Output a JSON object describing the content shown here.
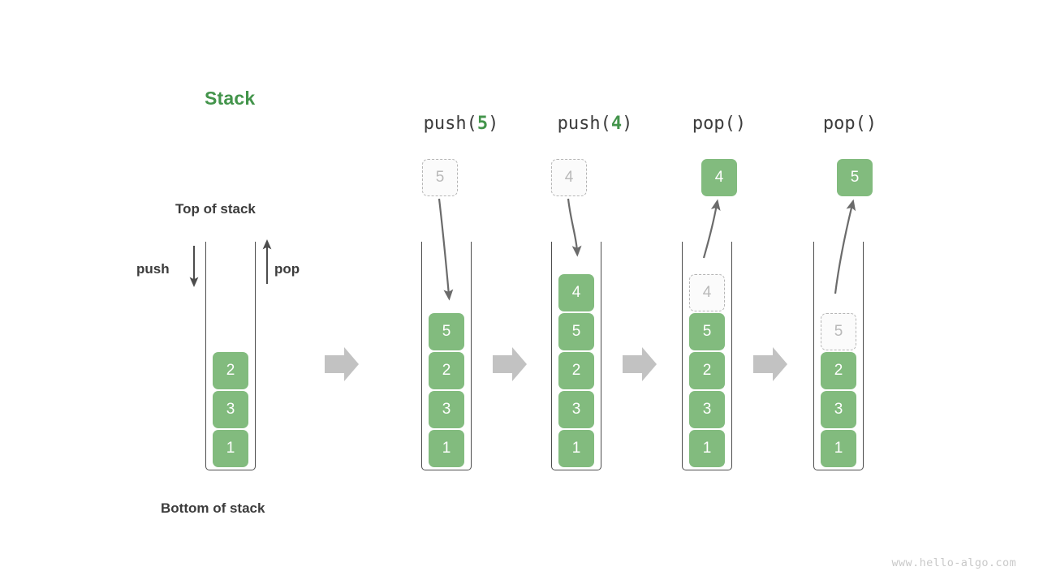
{
  "title": "Stack",
  "labels": {
    "top_of_stack": "Top of stack",
    "bottom_of_stack": "Bottom of stack",
    "push": "push",
    "pop": "pop"
  },
  "watermark": "www.hello-algo.com",
  "colors": {
    "element_fill": "#82bb7e",
    "element_text": "#ffffff",
    "title_green": "#43944b",
    "ghost_border": "#b6b6b6",
    "ghost_text": "#b9b9b9",
    "tube_border": "#4d4d4d",
    "transition_arrow": "#c2c2c2",
    "motion_arrow": "#6b6b6b",
    "label_text": "#3c3c3c",
    "watermark": "#c9c9c9"
  },
  "steps": [
    {
      "name": "initial",
      "header": null,
      "header_prefix": "",
      "header_arg": "",
      "header_suffix": "",
      "floating": null,
      "stack": [
        "2",
        "3",
        "1"
      ],
      "ghost_index": null,
      "motion": "none"
    },
    {
      "name": "push-5",
      "header_prefix": "push(",
      "header_arg": "5",
      "header_suffix": ")",
      "floating": {
        "value": "5",
        "style": "ghost"
      },
      "stack": [
        "5",
        "2",
        "3",
        "1"
      ],
      "ghost_index": null,
      "motion": "down"
    },
    {
      "name": "push-4",
      "header_prefix": "push(",
      "header_arg": "4",
      "header_suffix": ")",
      "floating": {
        "value": "4",
        "style": "ghost"
      },
      "stack": [
        "4",
        "5",
        "2",
        "3",
        "1"
      ],
      "ghost_index": null,
      "motion": "down"
    },
    {
      "name": "pop-1",
      "header_prefix": "pop(",
      "header_arg": "",
      "header_suffix": ")",
      "floating": {
        "value": "4",
        "style": "solid"
      },
      "stack": [
        "4",
        "5",
        "2",
        "3",
        "1"
      ],
      "ghost_index": 0,
      "motion": "up"
    },
    {
      "name": "pop-2",
      "header_prefix": "pop(",
      "header_arg": "",
      "header_suffix": ")",
      "floating": {
        "value": "5",
        "style": "solid"
      },
      "stack": [
        "5",
        "2",
        "3",
        "1"
      ],
      "ghost_index": 0,
      "motion": "up"
    }
  ],
  "transition_arrows": [
    {
      "name": "transition-arrow-1"
    },
    {
      "name": "transition-arrow-2"
    },
    {
      "name": "transition-arrow-3"
    },
    {
      "name": "transition-arrow-4"
    }
  ]
}
